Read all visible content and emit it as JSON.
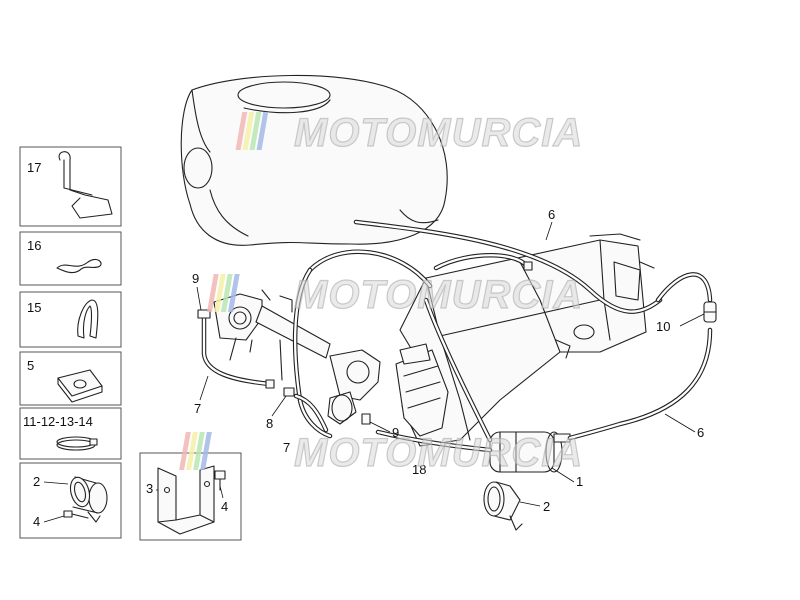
{
  "diagram": {
    "callouts": {
      "c17": "17",
      "c16": "16",
      "c15": "15",
      "c5": "5",
      "c11_14": "11-12-13-14",
      "c2_box": "2",
      "c4_box": "4",
      "c3": "3",
      "c4_bracket": "4",
      "c9_top": "9",
      "c7_left": "7",
      "c8": "8",
      "c9_mid": "9",
      "c7_mid": "7",
      "c18": "18",
      "c6_top": "6",
      "c10": "10",
      "c6_right": "6",
      "c1": "1",
      "c2_main": "2"
    },
    "watermark": {
      "text": "MOTOMURCIA",
      "colors": [
        "#f2b6b6",
        "#f5f0a6",
        "#b9e6b0",
        "#a3b9e8"
      ]
    }
  }
}
